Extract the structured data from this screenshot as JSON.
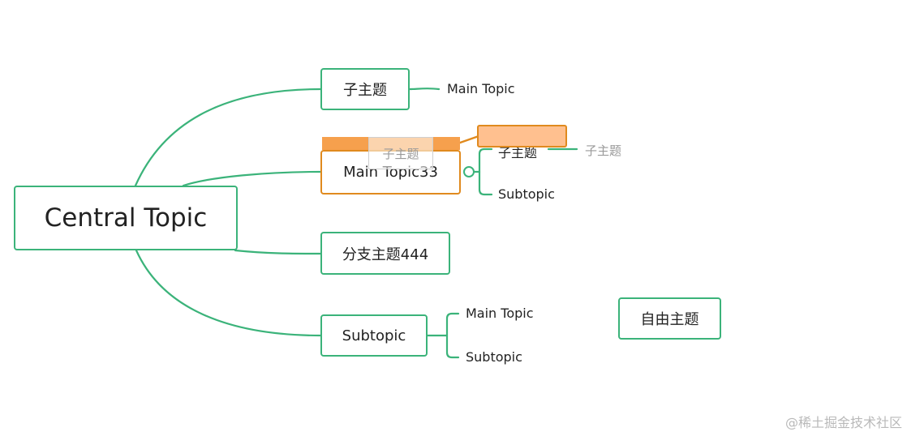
{
  "mindmap": {
    "central": "Central Topic",
    "main_topics": [
      {
        "label": "子主题",
        "children": [
          "Main Topic"
        ]
      },
      {
        "label": "Main Topic33",
        "children": [
          "子主题",
          "Subtopic"
        ],
        "grandchild": "子主题"
      },
      {
        "label": "分支主题444",
        "children": []
      },
      {
        "label": "Subtopic",
        "children": [
          "Main Topic",
          "Subtopic"
        ]
      }
    ],
    "floating_topic": "自由主题",
    "drag_ghost_label": "子主题"
  },
  "colors": {
    "branch_line": "#3bb37a",
    "drag_highlight": "#f6a04d",
    "drop_target_fill": "#ffc08f",
    "drop_target_border": "#e08a1e"
  },
  "watermark": "@稀土掘金技术社区"
}
